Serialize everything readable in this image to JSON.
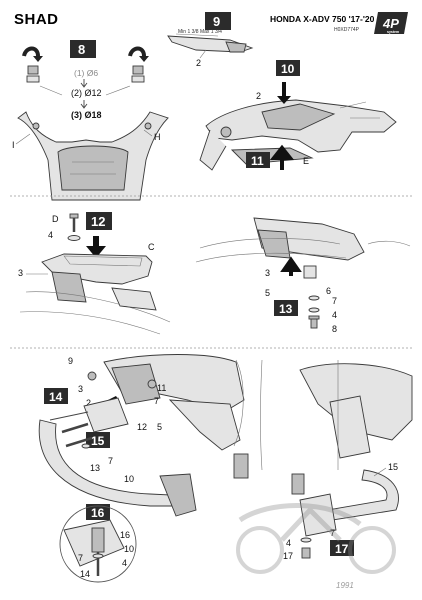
{
  "header": {
    "brand": "SHAD",
    "model": "HONDA X-ADV 750 '17-'20",
    "code": "H0XD774P",
    "system_badge": "4P",
    "system_sub": "system"
  },
  "steps": {
    "s8": {
      "number": "8",
      "sizes": [
        "(1) Ø6",
        "(2) Ø12",
        "(3) Ø18"
      ],
      "labels": {
        "I": "I",
        "H": "H"
      }
    },
    "s9": {
      "number": "9",
      "label_2": "2",
      "dim_text": "Min 1 3/8 Max 1 3/4"
    },
    "s10": {
      "number": "10",
      "label_2": "2"
    },
    "s11": {
      "number": "11",
      "label_E": "E"
    },
    "s12": {
      "number": "12",
      "labels": {
        "D": "D",
        "4": "4",
        "C": "C",
        "3": "3"
      }
    },
    "s13": {
      "number": "13",
      "labels": {
        "3": "3",
        "5": "5",
        "6": "6",
        "7": "7",
        "4": "4",
        "8": "8"
      }
    },
    "s14": {
      "number": "14",
      "labels": {
        "9": "9",
        "3": "3",
        "2": "2",
        "11": "11",
        "7": "7",
        "12": "12",
        "5": "5",
        "13": "13",
        "7b": "7",
        "10": "10"
      }
    },
    "s15": {
      "number": "15",
      "label_15": "15"
    },
    "s16": {
      "number": "16",
      "labels": {
        "16": "16",
        "10": "10",
        "7": "7",
        "4": "4",
        "14": "14"
      }
    },
    "s17": {
      "number": "17",
      "labels": {
        "7": "7",
        "4": "4",
        "17": "17"
      }
    }
  },
  "watermark": {
    "year": "1991"
  },
  "colors": {
    "badge": "#2b2b2b",
    "ink": "#111111",
    "fill": "#e4e4e4"
  }
}
